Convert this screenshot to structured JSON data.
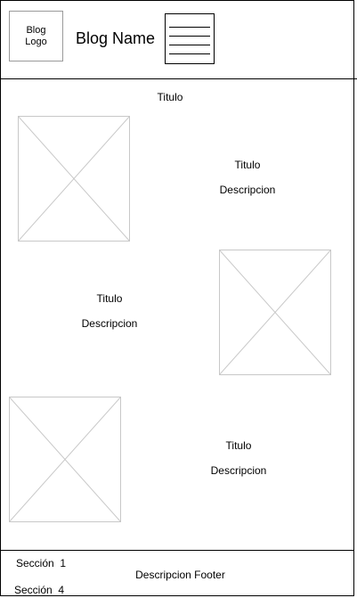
{
  "header": {
    "logo_line1": "Blog",
    "logo_line2": "Logo",
    "blog_name": "Blog Name",
    "menu_icon": "hamburger-menu-icon"
  },
  "main": {
    "title": "Titulo",
    "posts": [
      {
        "title": "Titulo",
        "description": "Descripcion",
        "image": "image-placeholder-icon"
      },
      {
        "title": "Titulo",
        "description": "Descripcion",
        "image": "image-placeholder-icon"
      },
      {
        "title": "Titulo",
        "description": "Descripcion",
        "image": "image-placeholder-icon"
      }
    ]
  },
  "footer": {
    "section_1": "Sección  1",
    "section_4": "Sección  4",
    "description": "Descripcion Footer"
  }
}
